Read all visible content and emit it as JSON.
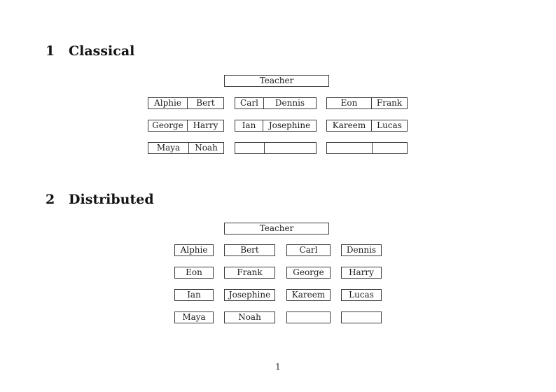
{
  "page": {
    "background_color": "#ffffff",
    "text_color": "#1c1c1c",
    "border_color": "#3c3c3c"
  },
  "sections": {
    "classical": {
      "number": "1",
      "title": "Classical",
      "teacher_label": "Teacher",
      "desk_rows": [
        [
          [
            "Alphie",
            "Bert"
          ],
          [
            "Carl",
            "Dennis"
          ],
          [
            "Eon",
            "Frank"
          ]
        ],
        [
          [
            "George",
            "Harry"
          ],
          [
            "Ian",
            "Josephine"
          ],
          [
            "Kareem",
            "Lucas"
          ]
        ],
        [
          [
            "Maya",
            "Noah"
          ],
          [
            "",
            ""
          ],
          [
            "",
            ""
          ]
        ]
      ]
    },
    "distributed": {
      "number": "2",
      "title": "Distributed",
      "teacher_label": "Teacher",
      "desk_rows": [
        [
          "Alphie",
          "Bert",
          "Carl",
          "Dennis"
        ],
        [
          "Eon",
          "Frank",
          "George",
          "Harry"
        ],
        [
          "Ian",
          "Josephine",
          "Kareem",
          "Lucas"
        ],
        [
          "Maya",
          "Noah",
          "",
          ""
        ]
      ]
    }
  },
  "footer": {
    "page_number": "1"
  }
}
